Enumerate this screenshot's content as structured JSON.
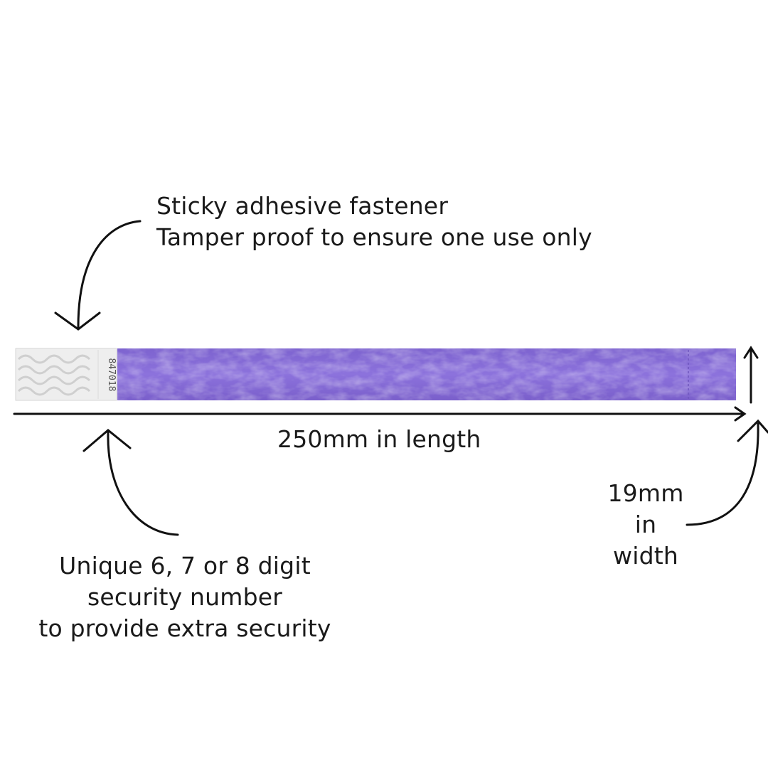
{
  "annotations": {
    "fastener": {
      "line1": "Sticky adhesive fastener",
      "line2": "Tamper proof to ensure one use only"
    },
    "length": "250mm in length",
    "security": {
      "line1": "Unique 6, 7 or 8 digit",
      "line2": "security number",
      "line3": "to provide extra security"
    },
    "width": {
      "line1": "19mm",
      "line2": "in",
      "line3": "width"
    }
  },
  "wristband": {
    "serial_number": "847018",
    "color": "#8a6fd9",
    "tab_color": "#eeeeee"
  }
}
